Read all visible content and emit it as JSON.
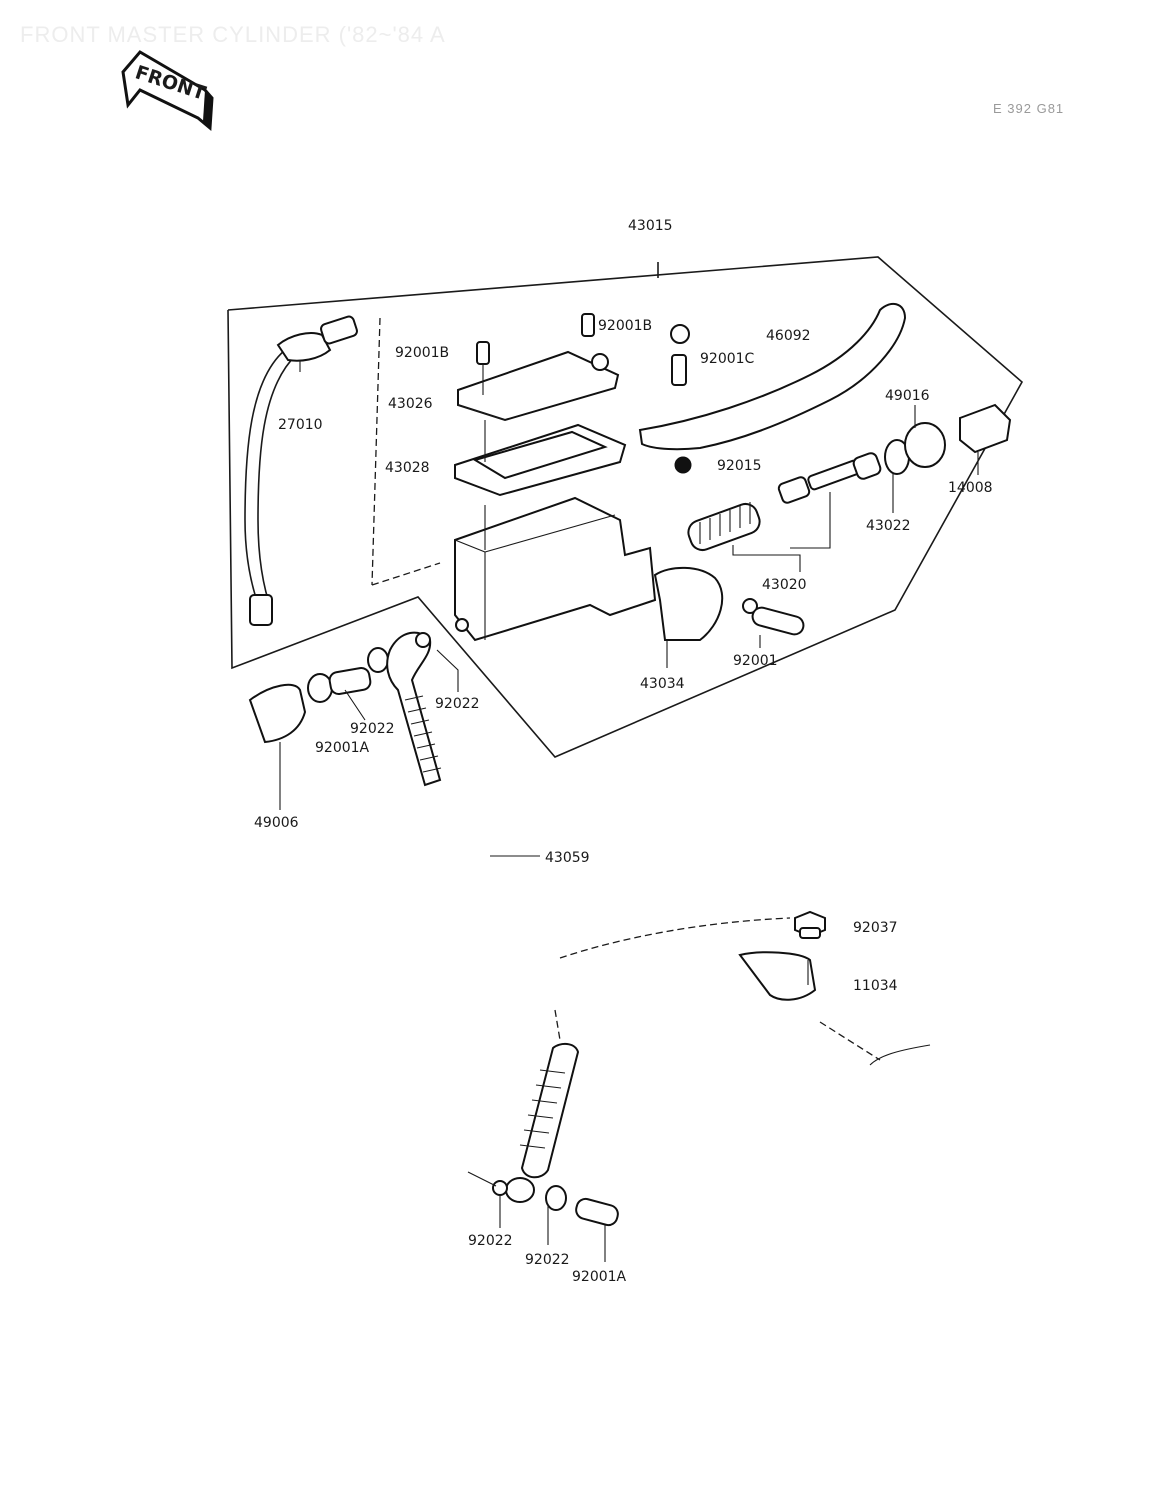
{
  "header": {
    "title": "FRONT MASTER CYLINDER ('82~'84 A",
    "code": "E 392 G81"
  },
  "front_badge": "FRONT",
  "labels": {
    "p43015": "43015",
    "p27010": "27010",
    "p92001B_a": "92001B",
    "p92001B_b": "92001B",
    "p92001C": "92001C",
    "p46092": "46092",
    "p43026": "43026",
    "p43028": "43028",
    "p49016": "49016",
    "p92015": "92015",
    "p14008": "14008",
    "p43022": "43022",
    "p43020": "43020",
    "p92001": "92001",
    "p43034": "43034",
    "p92022_a": "92022",
    "p92022_b": "92022",
    "p92001A_a": "92001A",
    "p49006": "49006",
    "p43059": "43059",
    "p92037": "92037",
    "p11034": "11034",
    "p92022_c": "92022",
    "p92022_d": "92022",
    "p92001A_b": "92001A"
  }
}
